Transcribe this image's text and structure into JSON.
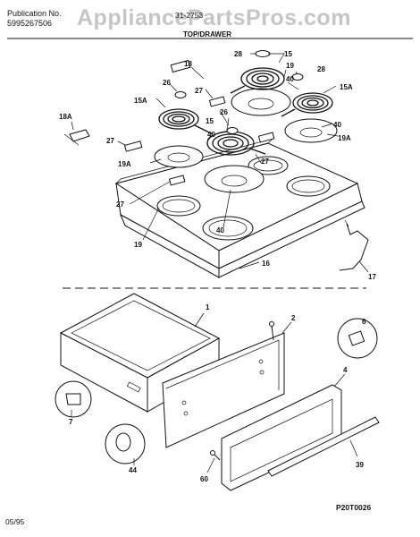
{
  "header": {
    "publication_label": "Publication No.",
    "publication_number": "5995267506",
    "doc_number": "31-2753",
    "section_title": "TOP/DRAWER",
    "watermark": "AppliancePartsPros.com"
  },
  "footer": {
    "figure_code": "P20T0026",
    "date_code": "05/95"
  },
  "callouts": {
    "c28a": "28",
    "c15a": "15",
    "c18": "18",
    "c19a": "19",
    "c28b": "28",
    "c26a": "26",
    "c27a": "27",
    "c40a": "40",
    "c15A": "15A",
    "c15Aleft": "15A",
    "c26b": "26",
    "c15b": "15",
    "c40b": "40",
    "c18A": "18A",
    "c40c": "40",
    "c19A": "19A",
    "c27b": "27",
    "c19Aleft": "19A",
    "c27c": "27",
    "c27d": "27",
    "c40d": "40",
    "c19b": "19",
    "c16": "16",
    "c17": "17",
    "c1": "1",
    "c2": "2",
    "c6": "6",
    "c4": "4",
    "c7": "7",
    "c44": "44",
    "c60": "60",
    "c39": "39"
  }
}
